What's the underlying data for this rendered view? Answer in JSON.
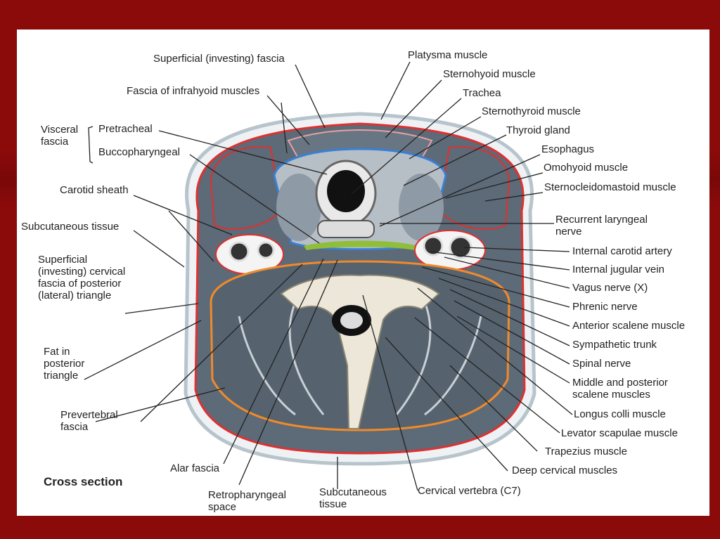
{
  "caption": "Cross section",
  "labels": {
    "superficial_investing_fascia": "Superficial (investing) fascia",
    "platysma_muscle": "Platysma muscle",
    "sternohyoid_muscle": "Sternohyoid muscle",
    "fascia_of_infrahyoid_muscles": "Fascia of infrahyoid muscles",
    "trachea": "Trachea",
    "sternothyroid_muscle": "Sternothyroid muscle",
    "visceral_fascia": "Visceral fascia",
    "pretracheal": "Pretracheal",
    "buccopharyngeal": "Buccopharyngeal",
    "thyroid_gland": "Thyroid gland",
    "esophagus": "Esophagus",
    "omohyoid_muscle": "Omohyoid muscle",
    "carotid_sheath": "Carotid sheath",
    "sternocleidomastoid_muscle": "Sternocleidomastoid muscle",
    "subcutaneous_tissue_left": "Subcutaneous tissue",
    "recurrent_laryngeal_nerve": "Recurrent laryngeal nerve",
    "superficial_cervical_fascia_posterior": "Superficial (investing) cervical fascia of posterior (lateral) triangle",
    "internal_carotid_artery": "Internal carotid artery",
    "internal_jugular_vein": "Internal jugular vein",
    "vagus_nerve": "Vagus nerve (X)",
    "phrenic_nerve": "Phrenic nerve",
    "anterior_scalene_muscle": "Anterior scalene muscle",
    "sympathetic_trunk": "Sympathetic trunk",
    "spinal_nerve": "Spinal nerve",
    "fat_in_posterior_triangle": "Fat in posterior triangle",
    "middle_and_posterior_scalene_muscles": "Middle and posterior scalene muscles",
    "longus_colli_muscle": "Longus colli muscle",
    "prevertebral_fascia": "Prevertebral fascia",
    "levator_scapulae_muscle": "Levator scapulae muscle",
    "trapezius_muscle": "Trapezius muscle",
    "alar_fascia": "Alar fascia",
    "deep_cervical_muscles": "Deep cervical muscles",
    "retropharyngeal_space": "Retropharyngeal space",
    "subcutaneous_tissue_bottom": "Subcutaneous tissue",
    "cervical_vertebra": "Cervical vertebra (C7)"
  },
  "colors": {
    "frame": "#8b0a0a",
    "muscle": "#5d6a77",
    "investing_fascia": "#e03030",
    "prevertebral_fascia": "#f08a2a",
    "pretracheal_fascia": "#3a7fd5",
    "buccopharyngeal_fascia": "#8fbf3a",
    "bone": "#ece7d8"
  }
}
